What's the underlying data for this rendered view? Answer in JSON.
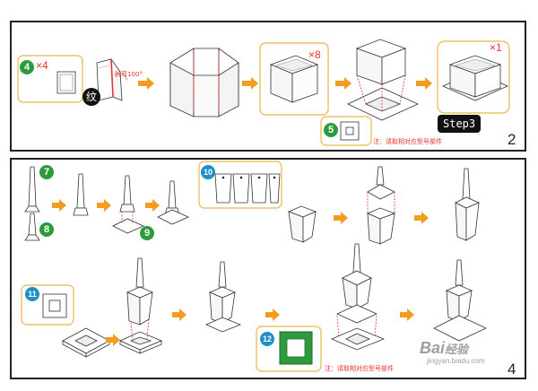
{
  "colors": {
    "frame": "#222222",
    "callout_border": "#e8b64a",
    "arrow": "#f39c1f",
    "accent_red": "#e4352e",
    "badge_green": "#2e9a3e",
    "badge_blue": "#1e90c8",
    "part_green": "#2e9a3e"
  },
  "panel_top": {
    "page_number": "2",
    "badge_4": "4",
    "qty_4": "×4",
    "bend_label": "折弯100°",
    "texture_label": "纹",
    "qty_8": "×8",
    "qty_1": "×1",
    "badge_5": "5",
    "note": "注：请取相对应型号部件",
    "step_label": "Step3"
  },
  "panel_bottom": {
    "page_number": "4",
    "badge_7": "7",
    "badge_8": "8",
    "badge_9": "9",
    "badge_10": "10",
    "badge_11": "11",
    "badge_12": "12",
    "note": "注：请取相对应型号部件"
  },
  "watermark": {
    "brand": "Bai",
    "brand_suffix": "经验",
    "url": "jingyan.baidu.com"
  }
}
